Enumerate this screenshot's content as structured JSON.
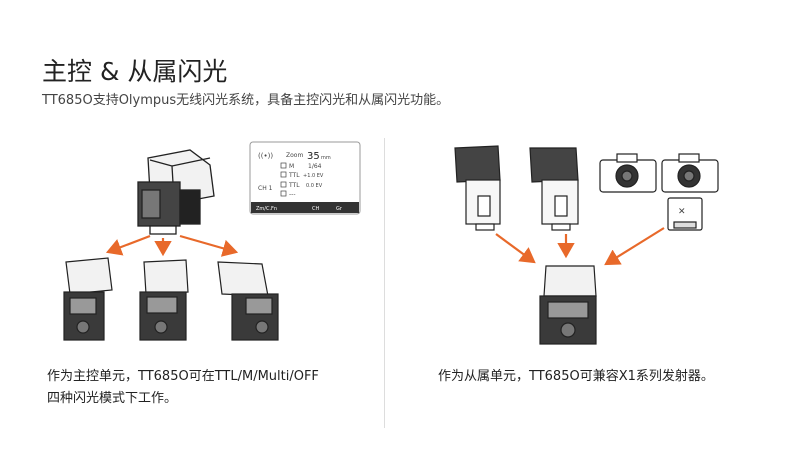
{
  "header": {
    "title": "主控 & 从属闪光",
    "subtitle": "TT685O支持Olympus无线闪光系统，具备主控闪光和从属闪光功能。"
  },
  "left_panel": {
    "caption_line1": "作为主控单元，TT685O可在TTL/M/Multi/OFF",
    "caption_line2": "四种闪光模式下工作。",
    "lcd": {
      "zoom_label": "Zoom",
      "zoom_value": "35",
      "zoom_unit": "mm",
      "group_a_mode": "M",
      "group_a_value": "1/64",
      "group_b_mode": "TTL",
      "group_b_value": "+1.0 EV",
      "group_c_mode": "TTL",
      "group_c_value": "0.0 EV",
      "group_d_value": "---",
      "channel": "CH 1",
      "softkey1": "Zm/C.Fn",
      "softkey2": "CH",
      "softkey3": "Gr"
    }
  },
  "right_panel": {
    "caption": "作为从属单元，TT685O可兼容X1系列发射器。"
  },
  "colors": {
    "arrow": "#e8692a",
    "text": "#222222",
    "divider": "#dddddd"
  }
}
